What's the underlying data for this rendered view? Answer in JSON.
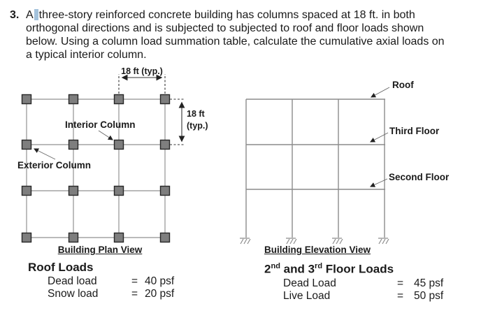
{
  "problem": {
    "number": "3.",
    "line1_before": "A",
    "line1_after": "three-story reinforced concrete building has columns spaced at 18 ft. in both",
    "line2": "orthogonal directions and is subjected to subjected to roof and floor loads shown",
    "line3": "below. Using a column load summation table, calculate the cumulative axial loads on",
    "line4": "a typical interior column."
  },
  "plan_view": {
    "dim_top": "18 ft (typ.)",
    "dim_right_line1": "18 ft",
    "dim_right_line2": "(typ.)",
    "interior_column_label": "Interior Column",
    "exterior_column_label": "Exterior Column",
    "caption": "Building Plan View"
  },
  "elevation_view": {
    "roof_label": "Roof",
    "third_floor_label": "Third Floor",
    "second_floor_label": "Second Floor",
    "caption": "Building Elevation View"
  },
  "roof_loads": {
    "title": "Roof Loads",
    "rows": [
      {
        "label": "Dead load",
        "eq": "=",
        "value": "40 psf"
      },
      {
        "label": "Snow load",
        "eq": "=",
        "value": "20 psf"
      }
    ]
  },
  "floor_loads": {
    "title_prefix": "2",
    "title_sup1": "nd",
    "title_mid": " and 3",
    "title_sup2": "rd",
    "title_suffix": " Floor Loads",
    "rows": [
      {
        "label": "Dead Load",
        "eq": "=",
        "value": "45 psf"
      },
      {
        "label": "Live Load",
        "eq": "=",
        "value": "50 psf"
      }
    ]
  },
  "colors": {
    "cursor_highlight": "#a3c2dc",
    "column_fill": "#7e7e7e",
    "plan_grid_line": "#a3a3a3",
    "elevation_frame_line": "#8c8c8c",
    "text": "#1a1a1a"
  }
}
